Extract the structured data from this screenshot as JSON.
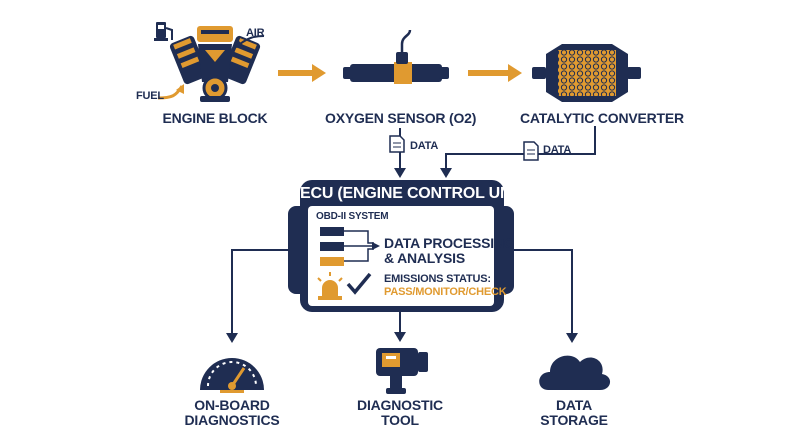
{
  "components": {
    "engine_block": "ENGINE BLOCK",
    "oxygen_sensor": "OXYGEN SENSOR (O2)",
    "catalytic_converter": "CATALYTIC CONVERTER"
  },
  "engine_inputs": {
    "air": "AIR",
    "fuel": "FUEL"
  },
  "data_flows": {
    "sensor_data": "DATA",
    "converter_data": "DATA"
  },
  "ecu": {
    "title": "ECU (ENGINE CONTROL UNIT)",
    "system": "OBD-II SYSTEM",
    "processing_line1": "DATA PROCESSING",
    "processing_line2": "& ANALYSIS",
    "emissions_label": "EMISSIONS STATUS:",
    "emissions_value": "PASS/MONITOR/CHECK"
  },
  "outputs": {
    "onboard_line1": "ON-BOARD",
    "onboard_line2": "DIAGNOSTICS",
    "tool_line1": "DIAGNOSTIC",
    "tool_line2": "TOOL",
    "storage_line1": "DATA",
    "storage_line2": "STORAGE"
  },
  "colors": {
    "navy": "#1f2d52",
    "orange": "#e09a30",
    "white": "#ffffff"
  },
  "icons": [
    "engine-icon",
    "fuel-pump-icon",
    "oxygen-sensor-icon",
    "catalytic-converter-icon",
    "document-icon",
    "ecu-chip-icon",
    "warning-light-icon",
    "checkmark-icon",
    "speedometer-icon",
    "scanner-tool-icon",
    "cloud-icon"
  ]
}
